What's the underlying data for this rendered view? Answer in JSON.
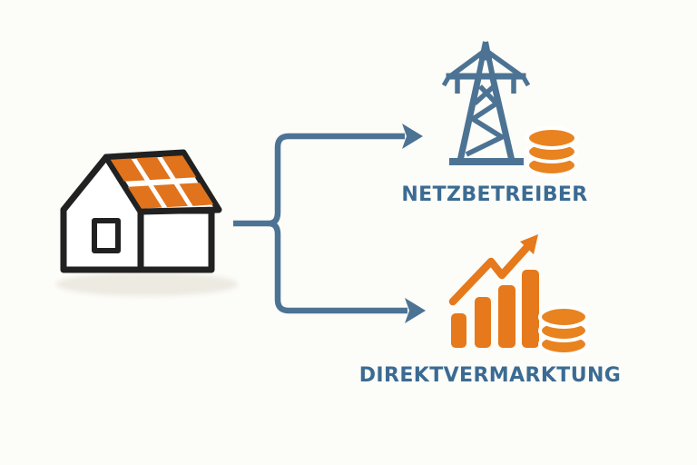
{
  "scene": {
    "type": "flow-diagram",
    "source": {
      "name": "solar-house",
      "icon": "solar-house-icon"
    },
    "connector": {
      "icon": "branch-fork-arrows",
      "branch_count": 2
    },
    "branches": [
      {
        "id": "netzbetreiber",
        "label": "NETZBETREIBER",
        "icon": "power-pylon-icon",
        "secondary_icon": "coin-stack-icon"
      },
      {
        "id": "direktvermarktung",
        "label": "DIREKTVERMARKTUNG",
        "icon": "growth-bar-chart-icon",
        "secondary_icon": "coin-stack-icon"
      }
    ],
    "colors": {
      "blue": "#4c7394",
      "label_blue": "#3b6b93",
      "orange": "#e5791b",
      "panel_orange": "#e0731c",
      "coin_orange": "#e8831f",
      "outline": "#212121",
      "shadow": "#edeae2",
      "background": "#fcfcf8"
    }
  }
}
